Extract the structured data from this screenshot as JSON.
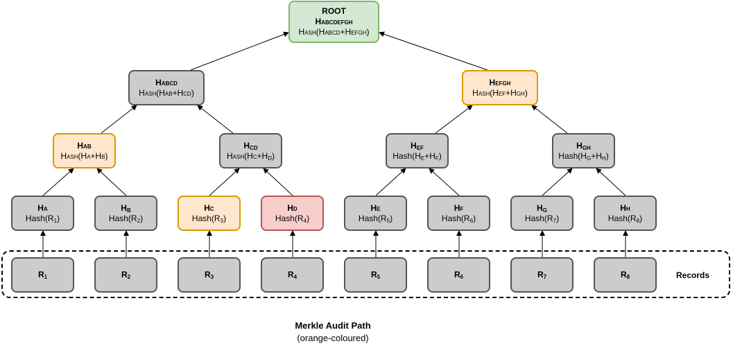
{
  "nodes": {
    "root": {
      "title": "ROOT",
      "name": "Habcdefgh",
      "formula": "Hash(Habcd+Hefgh)",
      "color": "#d5e8d4"
    },
    "habcd": {
      "title": "Habcd",
      "formula": "Hash(Hab+Hcd)",
      "color": "#cccccc"
    },
    "hefgh": {
      "title": "Hefgh",
      "formula": "Hash(Hef+Hgh)",
      "color": "#ffe6cc"
    },
    "hab": {
      "title": "Hab",
      "formula": "Hash(Ha+Hb)",
      "color": "#ffe6cc"
    },
    "hcd": {
      "title": "H",
      "title_sub": "CD",
      "formula": "Hash(Hc+H",
      "formula_sub": "D",
      "formula_end": ")",
      "color": "#cccccc"
    },
    "hef": {
      "title": "H",
      "title_sub": "EF",
      "formula_a": "Hash(H",
      "formula_sub1": "E",
      "formula_b": "+H",
      "formula_sub2": "F",
      "formula_end": ")",
      "color": "#cccccc"
    },
    "hgh": {
      "title": "H",
      "title_sub": "GH",
      "formula_a": "Hash(H",
      "formula_sub1": "G",
      "formula_b": "+H",
      "formula_sub2": "H",
      "formula_end": ")",
      "color": "#cccccc"
    },
    "ha": {
      "title": "Ha",
      "formula": "Hash(R",
      "formula_sub": "1",
      "formula_end": ")",
      "color": "#cccccc"
    },
    "hb": {
      "title": "H",
      "title_sub": "B",
      "formula": "Hash(R",
      "formula_sub": "2",
      "formula_end": ")",
      "color": "#cccccc"
    },
    "hc": {
      "title": "Hc",
      "formula": "Hash(R",
      "formula_sub": "3",
      "formula_end": ")",
      "color": "#ffe6cc"
    },
    "hd": {
      "title": "Hd",
      "formula": "Hash(R",
      "formula_sub": "4",
      "formula_end": ")",
      "color": "#f8cecc"
    },
    "he": {
      "title": "He",
      "formula": "Hash(R",
      "formula_sub": "5",
      "formula_end": ")",
      "color": "#cccccc"
    },
    "hf": {
      "title": "Hf",
      "formula": "Hash(R",
      "formula_sub": "6",
      "formula_end": ")",
      "color": "#cccccc"
    },
    "hg": {
      "title": "H",
      "title_sub": "G",
      "formula": "Hash(R",
      "formula_sub": "7",
      "formula_end": ")",
      "color": "#cccccc"
    },
    "hh": {
      "title": "Hh",
      "formula": "Hash(R",
      "formula_sub": "8",
      "formula_end": ")",
      "color": "#cccccc"
    }
  },
  "records": [
    {
      "label": "R",
      "sub": "1"
    },
    {
      "label": "R",
      "sub": "2"
    },
    {
      "label": "R",
      "sub": "3"
    },
    {
      "label": "R",
      "sub": "4"
    },
    {
      "label": "R",
      "sub": "5"
    },
    {
      "label": "R",
      "sub": "6"
    },
    {
      "label": "R",
      "sub": "7"
    },
    {
      "label": "R",
      "sub": "8"
    }
  ],
  "records_label": "Records",
  "caption": {
    "title": "Merkle Audit Path",
    "subtitle": "(orange-coloured)"
  }
}
